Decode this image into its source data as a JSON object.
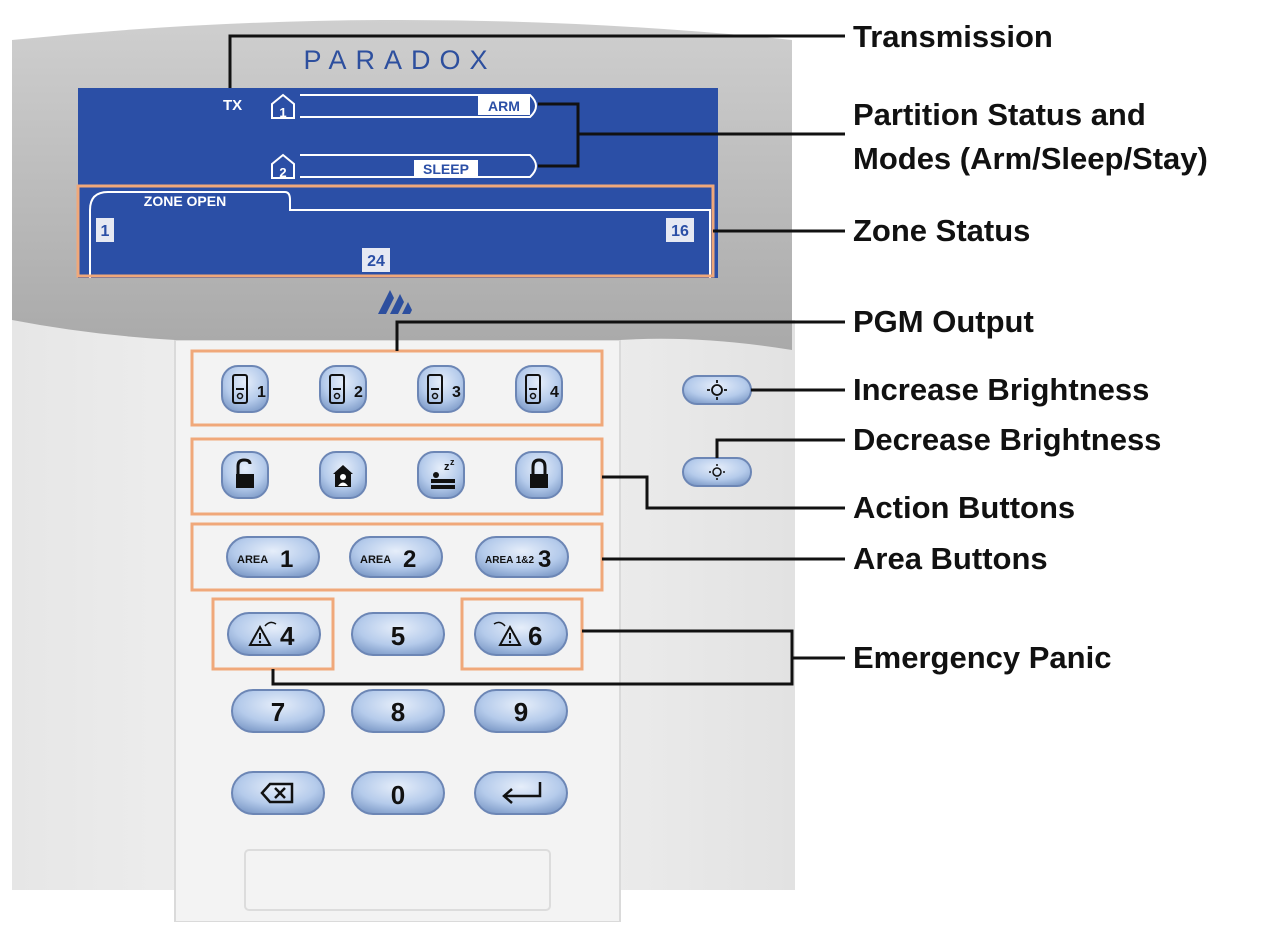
{
  "keypad": {
    "brand": "PARADOX",
    "lcd": {
      "tx": "TX",
      "partition1_number": "1",
      "partition2_number": "2",
      "arm": "ARM",
      "sleep": "SLEEP",
      "zone_tab": "ZONE OPEN",
      "zone_first": "1",
      "zone_last_row1": "16",
      "zone_last": "24"
    },
    "pgm_keys": [
      "1",
      "2",
      "3",
      "4"
    ],
    "area_keys": [
      {
        "prefix": "AREA",
        "number": "1"
      },
      {
        "prefix": "AREA",
        "number": "2"
      },
      {
        "prefix": "AREA 1&2",
        "number": "3"
      }
    ],
    "panic_keys": [
      "4",
      "6"
    ],
    "digit_5": "5",
    "digits_row": [
      "7",
      "8",
      "9"
    ],
    "zero": "0"
  },
  "labels": {
    "transmission": "Transmission",
    "partition_line1": "Partition Status and",
    "partition_line2": "Modes (Arm/Sleep/Stay)",
    "zone_status": "Zone Status",
    "pgm_output": "PGM Output",
    "increase_brightness": "Increase Brightness",
    "decrease_brightness": "Decrease Brightness",
    "action_buttons": "Action Buttons",
    "area_buttons": "Area Buttons",
    "emergency_panic": "Emergency Panic"
  },
  "colors": {
    "lcd_blue": "#2B4FA6",
    "highlight_orange": "#F0A87A",
    "key_blue": "#AFC6EA",
    "bezel_grey": "#B8B8B8",
    "body_white": "#EEEEEE"
  }
}
